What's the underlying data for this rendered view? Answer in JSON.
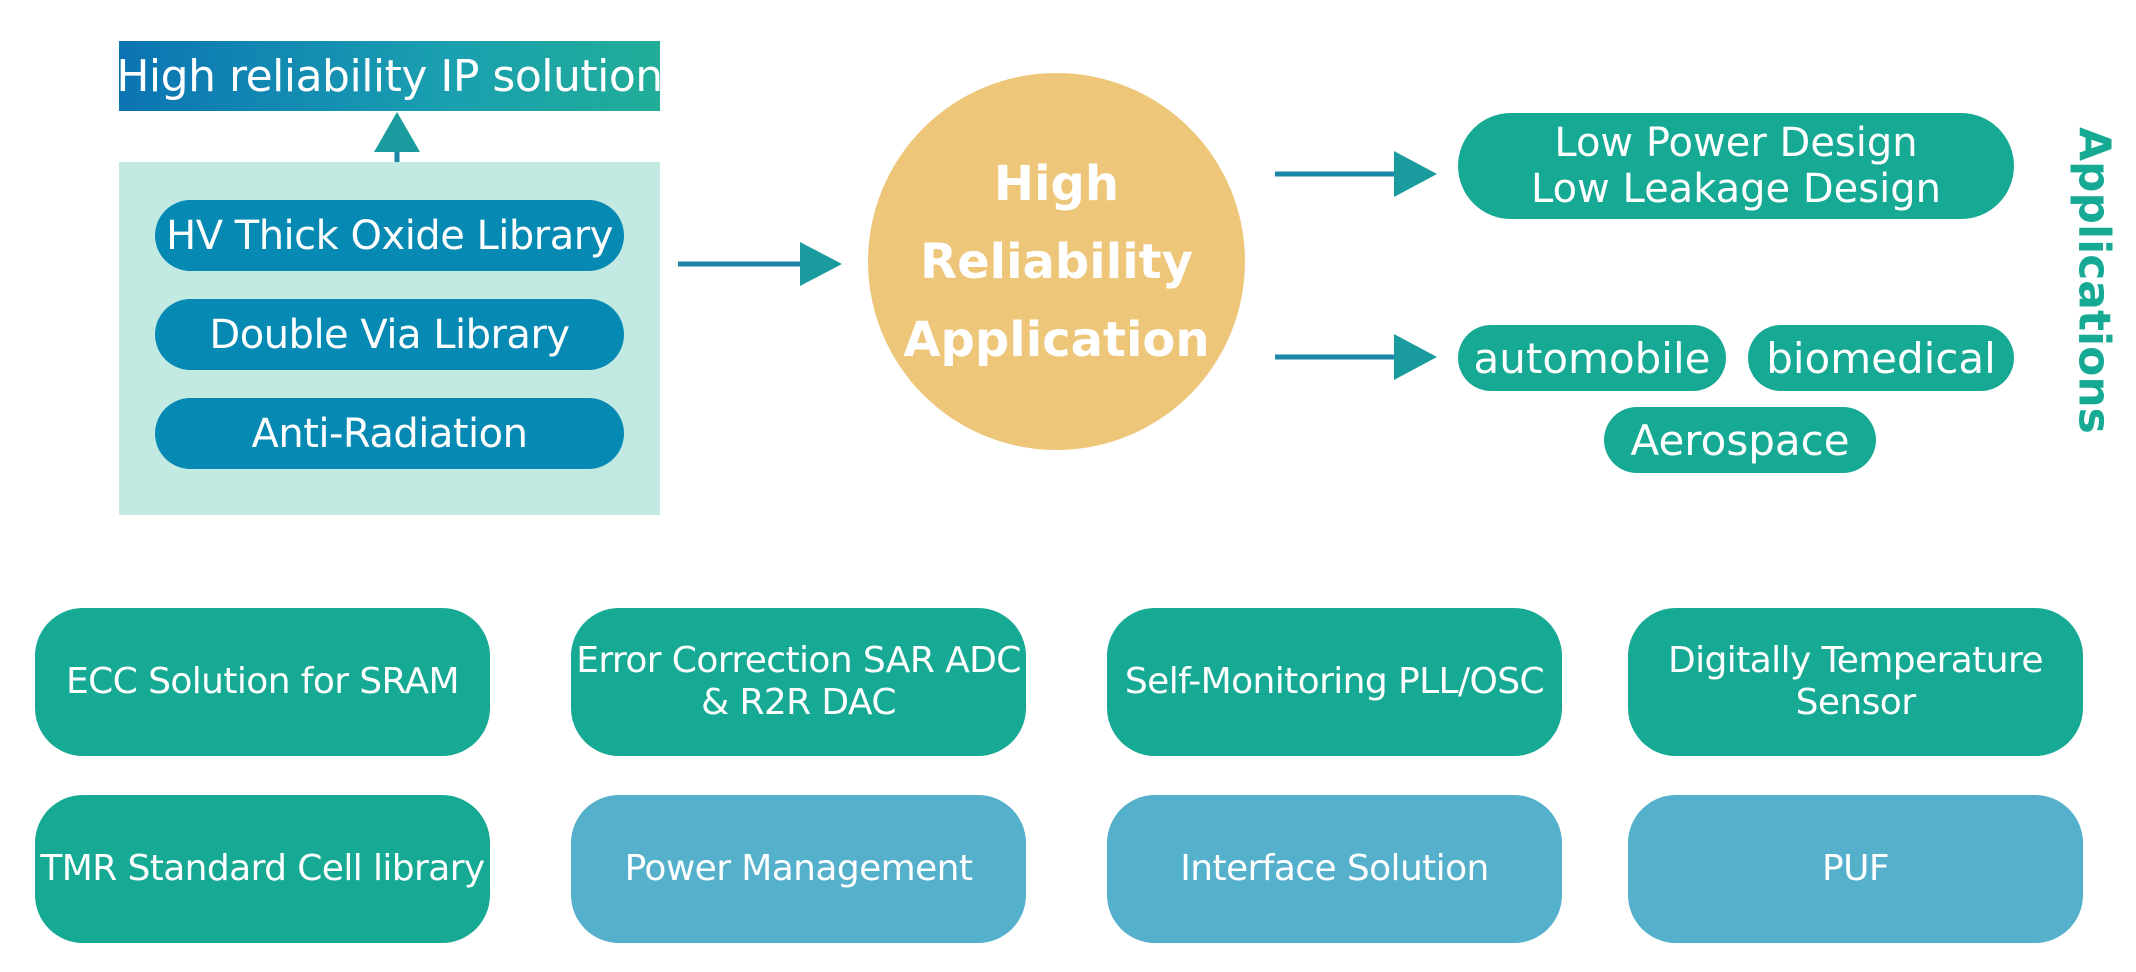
{
  "ip_solution": {
    "title": "High reliability IP solution",
    "libraries": [
      "HV Thick Oxide Library",
      "Double Via Library",
      "Anti-Radiation"
    ]
  },
  "center": {
    "lines": [
      "High",
      "Reliability",
      "Application"
    ]
  },
  "applications": {
    "label": "Applications",
    "design": [
      "Low Power Design",
      "Low Leakage Design"
    ],
    "fields": [
      "automobile",
      "biomedical",
      "Aerospace"
    ]
  },
  "solutions": [
    {
      "lines": [
        "ECC Solution for SRAM"
      ],
      "style": "green"
    },
    {
      "lines": [
        "Error Correction SAR ADC",
        "& R2R DAC"
      ],
      "style": "green"
    },
    {
      "lines": [
        "Self-Monitoring PLL/OSC"
      ],
      "style": "green"
    },
    {
      "lines": [
        "Digitally Temperature",
        "Sensor"
      ],
      "style": "green"
    },
    {
      "lines": [
        "TMR Standard Cell library"
      ],
      "style": "green"
    },
    {
      "lines": [
        "Power Management"
      ],
      "style": "blue"
    },
    {
      "lines": [
        "Interface Solution"
      ],
      "style": "blue"
    },
    {
      "lines": [
        "PUF"
      ],
      "style": "blue"
    }
  ],
  "colors": {
    "teal": "#16a994",
    "blue": "#0689b3",
    "light_blue": "#54b0cb",
    "panel": "#c3e9e3",
    "gold": "#edc679",
    "arrow": "#1a86a8"
  }
}
